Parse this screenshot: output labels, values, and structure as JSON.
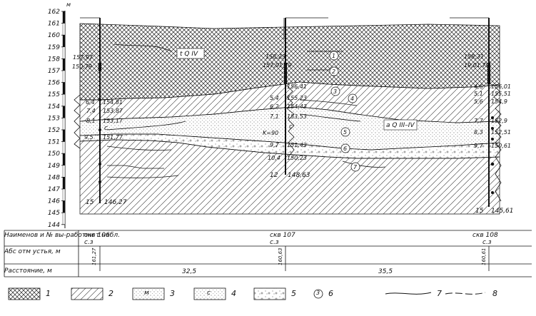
{
  "axis": {
    "unit": "м",
    "ticks": [
      "162",
      "161",
      "160",
      "159",
      "158",
      "157",
      "156",
      "155",
      "154",
      "153",
      "152",
      "151",
      "150",
      "149",
      "148",
      "147",
      "146",
      "145",
      "144"
    ]
  },
  "layer_labels": {
    "top": "t Q IV",
    "middle": "a Q III–IV"
  },
  "well_106": {
    "top": "157,97",
    "water": "150,79",
    "depths": [
      "6,4",
      "7,4",
      "8,1",
      "9,5",
      "15"
    ],
    "elevations": [
      "154,81",
      "153,87",
      "153,17",
      "151,77",
      "146,27"
    ],
    "sand_mark": "c"
  },
  "well_107": {
    "top": "158,23",
    "water": "157,01,79",
    "depths": [
      "5,4",
      "6,2",
      "7,1",
      "9,7",
      "10,4",
      "12"
    ],
    "elevations": [
      "156,41",
      "155,23",
      "154,43",
      "153,53",
      "151,43",
      "150,23",
      "148,63"
    ],
    "k_mark": "K=90",
    "sand_mark": "c"
  },
  "well_108": {
    "top": "158,31",
    "water": "19,01,79",
    "depths": [
      "4,6",
      "5,1",
      "5,6",
      "7,7",
      "8,3",
      "9,7",
      "15"
    ],
    "elevations": [
      "156,01",
      "155,51",
      "154,9",
      "152,9",
      "152,51",
      "150,61",
      "145,61"
    ]
  },
  "layer_numbers": [
    "1",
    "2",
    "3",
    "4",
    "5",
    "6",
    "7"
  ],
  "table": {
    "row1_label": "Наименов и № вы-работки т набл.",
    "row2_label": "Абс отм устья, м",
    "row3_label": "Расстояние, м",
    "w106": "скв 106",
    "w106_sub": "с.з",
    "w107": "скв 107",
    "w107_sub": "с.з",
    "w108": "скв 108",
    "w108_sub": "с.з",
    "w106_elev": "161,27",
    "w107_elev": "160,63",
    "w108_elev": "160,61",
    "dist1": "32,5",
    "dist2": "35,5"
  },
  "legend": [
    "1",
    "2",
    "3",
    "4",
    "5",
    "6",
    "7",
    "8"
  ],
  "legend_symbols": {
    "m": "м",
    "c": "с",
    "circle6": "3"
  }
}
